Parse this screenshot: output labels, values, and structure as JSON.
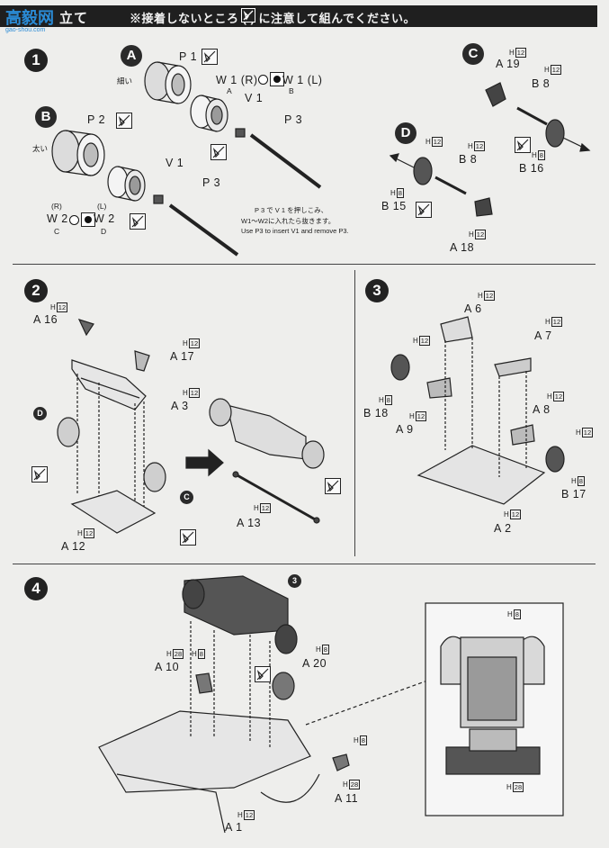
{
  "header": {
    "title": "立て",
    "note": "※接着しないところ (  ) に注意して組んでください。"
  },
  "watermark": {
    "text": "高毅网",
    "url": "gao-shou.com"
  },
  "step1": {
    "number": "1",
    "group_a": {
      "letter": "A",
      "p1": "P 1",
      "thin_note": "細い",
      "w1r": "W 1 (R)",
      "w1r_sub": "A",
      "w1l": "W 1 (L)",
      "w1l_sub": "B",
      "v1": "V 1",
      "p3": "P 3"
    },
    "group_b": {
      "letter": "B",
      "p2": "P 2",
      "thick_note": "太い",
      "w2r_top": "(R)",
      "w2r": "W 2",
      "w2r_sub": "C",
      "w2l_top": "(L)",
      "w2l": "W 2",
      "w2l_sub": "D",
      "v1": "V 1",
      "p3": "P 3"
    },
    "note_jp": "P 3 で V 1 を押しこみ、",
    "note_jp2": "W1～W2に入れたら抜きます。",
    "note_en": "Use P3 to insert V1 and remove P3.",
    "group_c": {
      "letter": "C",
      "a19_h": "H",
      "a19_h_num": "12",
      "a19": "A 19",
      "b8": "B 8",
      "b8_h": "H",
      "b8_h_num": "12",
      "b16_h": "H",
      "b16_h_num": "8",
      "b16": "B 16"
    },
    "group_d": {
      "letter": "D",
      "h1": "H",
      "h1_num": "12",
      "b8_h": "H",
      "b8_h_num": "12",
      "b8": "B 8",
      "b15_h": "H",
      "b15_h_num": "8",
      "b15": "B 15",
      "a18_h": "H",
      "a18_h_num": "12",
      "a18": "A 18"
    }
  },
  "step2": {
    "number": "2",
    "a16_h": "H",
    "a16_h_num": "12",
    "a16": "A 16",
    "a17_h": "H",
    "a17_h_num": "12",
    "a17": "A 17",
    "a3_h": "H",
    "a3_h_num": "12",
    "a3": "A 3",
    "d_marker": "D",
    "c_marker": "C",
    "a12_h": "H",
    "a12_h_num": "12",
    "a12": "A 12",
    "a13_h": "H",
    "a13_h_num": "12",
    "a13": "A 13"
  },
  "step3": {
    "number": "3",
    "a6_h": "H",
    "a6_h_num": "12",
    "a6": "A 6",
    "a7_h": "H",
    "a7_h_num": "12",
    "a7": "A 7",
    "a9_h_top": "H",
    "a9_h_top_num": "12",
    "b18_h": "H",
    "b18_h_num": "8",
    "b18": "B 18",
    "a9_h": "H",
    "a9_h_num": "12",
    "a9": "A 9",
    "a8_h": "H",
    "a8_h_num": "12",
    "a8": "A 8",
    "b17_h_top": "H",
    "b17_h_top_num": "12",
    "b17_h": "H",
    "b17_h_num": "8",
    "b17": "B 17",
    "a2_h": "H",
    "a2_h_num": "12",
    "a2": "A 2"
  },
  "step4": {
    "number": "4",
    "step3_ref": "3",
    "a10_h1": "H",
    "a10_h1_num": "28",
    "a10_h2": "H",
    "a10_h2_num": "8",
    "a10": "A 10",
    "a20_h": "H",
    "a20_h_num": "8",
    "a20": "A 20",
    "a11_h1": "H",
    "a11_h1_num": "8",
    "a11_h2": "H",
    "a11_h2_num": "28",
    "a11": "A 11",
    "a1_h": "H",
    "a1_h_num": "12",
    "a1": "A 1",
    "inset_h_top": "H",
    "inset_h_top_num": "8",
    "inset_h_bottom": "H",
    "inset_h_bottom_num": "28"
  }
}
